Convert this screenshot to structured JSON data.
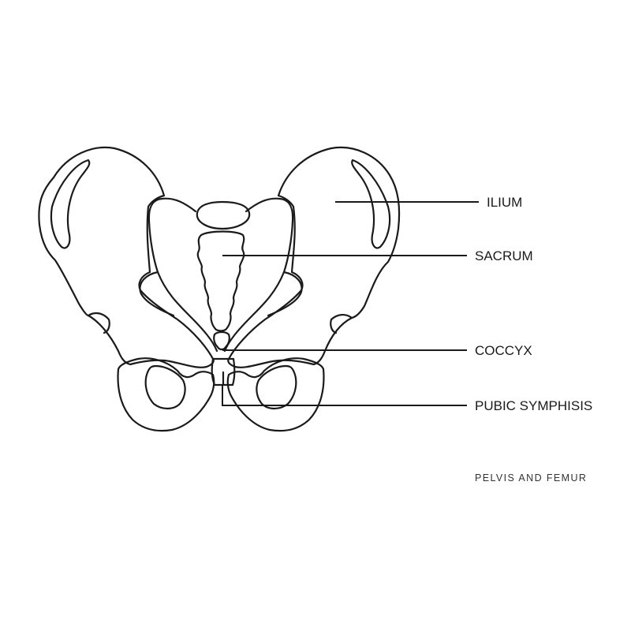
{
  "labels": {
    "ilium": "ILIUM",
    "sacrum": "SACRUM",
    "coccyx": "COCCYX",
    "pubic_symphysis": "PUBIC SYMPHISIS"
  },
  "caption": "PELVIS AND FEMUR"
}
